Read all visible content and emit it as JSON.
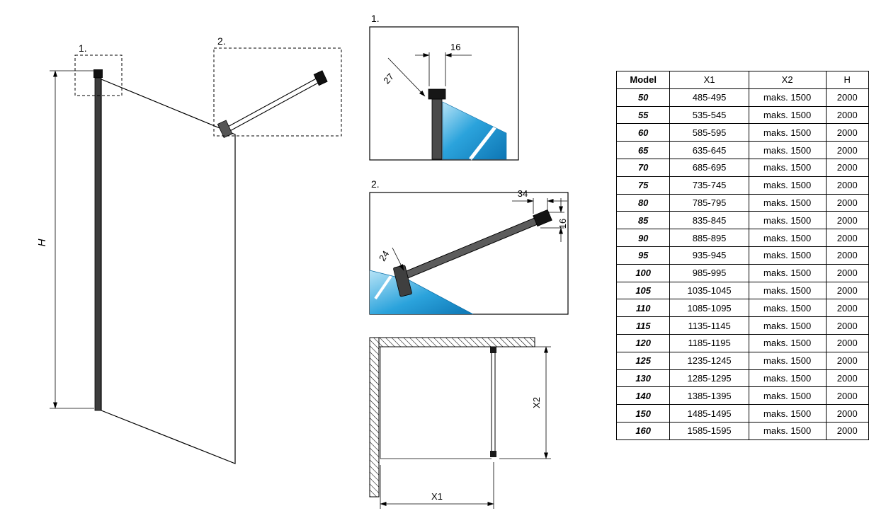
{
  "colors": {
    "glass_blue": "#2ba3dc",
    "glass_blue_light": "#b8e4f7",
    "glass_blue_dark": "#0e76b4",
    "profile_gray": "#4a4a4a",
    "line_black": "#000000"
  },
  "diagram": {
    "main": {
      "h_label": "H",
      "callout1": "1.",
      "callout2": "2."
    },
    "detail1": {
      "title": "1.",
      "dim_width": "16",
      "dim_depth": "27"
    },
    "detail2": {
      "title": "2.",
      "dim_bracket_width": "34",
      "dim_bar_height": "16",
      "dim_clamp_height": "24"
    },
    "plan": {
      "x1_label": "X1",
      "x2_label": "X2"
    }
  },
  "table": {
    "headers": [
      "Model",
      "X1",
      "X2",
      "H"
    ],
    "rows": [
      [
        "50",
        "485-495",
        "maks. 1500",
        "2000"
      ],
      [
        "55",
        "535-545",
        "maks. 1500",
        "2000"
      ],
      [
        "60",
        "585-595",
        "maks. 1500",
        "2000"
      ],
      [
        "65",
        "635-645",
        "maks. 1500",
        "2000"
      ],
      [
        "70",
        "685-695",
        "maks. 1500",
        "2000"
      ],
      [
        "75",
        "735-745",
        "maks. 1500",
        "2000"
      ],
      [
        "80",
        "785-795",
        "maks. 1500",
        "2000"
      ],
      [
        "85",
        "835-845",
        "maks. 1500",
        "2000"
      ],
      [
        "90",
        "885-895",
        "maks. 1500",
        "2000"
      ],
      [
        "95",
        "935-945",
        "maks. 1500",
        "2000"
      ],
      [
        "100",
        "985-995",
        "maks. 1500",
        "2000"
      ],
      [
        "105",
        "1035-1045",
        "maks. 1500",
        "2000"
      ],
      [
        "110",
        "1085-1095",
        "maks. 1500",
        "2000"
      ],
      [
        "115",
        "1135-1145",
        "maks. 1500",
        "2000"
      ],
      [
        "120",
        "1185-1195",
        "maks. 1500",
        "2000"
      ],
      [
        "125",
        "1235-1245",
        "maks. 1500",
        "2000"
      ],
      [
        "130",
        "1285-1295",
        "maks. 1500",
        "2000"
      ],
      [
        "140",
        "1385-1395",
        "maks. 1500",
        "2000"
      ],
      [
        "150",
        "1485-1495",
        "maks. 1500",
        "2000"
      ],
      [
        "160",
        "1585-1595",
        "maks. 1500",
        "2000"
      ]
    ]
  }
}
